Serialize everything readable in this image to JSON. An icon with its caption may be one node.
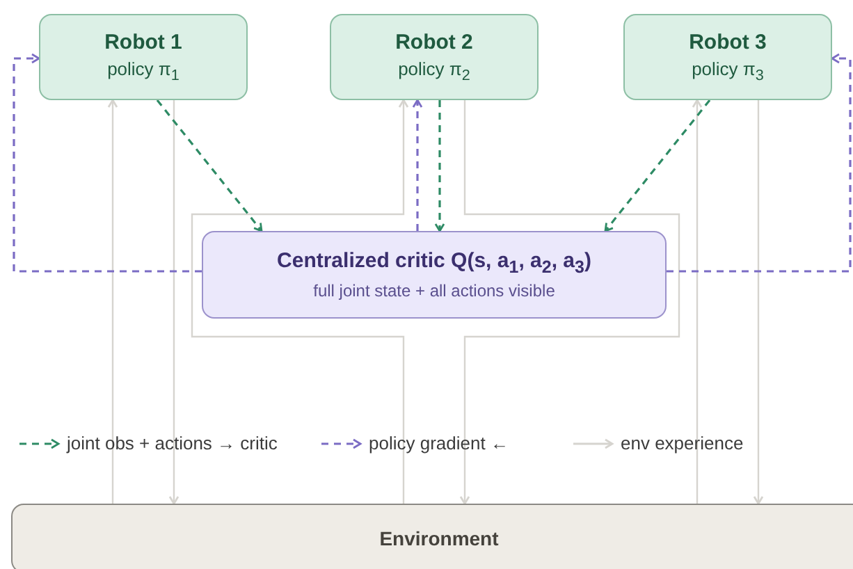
{
  "diagram": {
    "nodes": [
      {
        "text": [
          "Robot 1",
          "policy π$_{1}$"
        ]
      },
      {
        "text": [
          "Robot 2",
          "policy π$_{2}$"
        ]
      },
      {
        "text": [
          "Robot 3",
          "policy π$_{3}$"
        ]
      },
      {
        "text": [
          "Centralized critic Q(s, a$_{1}$, a$_{2}$, a$_{3}$)",
          "full joint state + all actions visible"
        ]
      },
      {
        "text": [
          "Environment"
        ]
      }
    ],
    "edges": [
      {
        "from": 4,
        "to": 0,
        "arrow": "to"
      },
      {
        "from": 0,
        "to": 4,
        "arrow": "to"
      },
      {
        "from": 4,
        "to": 1,
        "arrow": "to"
      },
      {
        "from": 1,
        "to": 4,
        "arrow": "to"
      },
      {
        "from": 4,
        "to": 2,
        "arrow": "to"
      },
      {
        "from": 2,
        "to": 4,
        "arrow": "to"
      },
      {
        "from": 0,
        "to": 3,
        "arrow": "to",
        "style": "dashed",
        "color": "#2e8b65"
      },
      {
        "from": 1,
        "to": 3,
        "arrow": "to",
        "style": "dashed",
        "color": "#2e8b65"
      },
      {
        "from": 2,
        "to": 3,
        "arrow": "to",
        "style": "dashed",
        "color": "#2e8b65"
      },
      {
        "from": 3,
        "to": 0,
        "arrow": "to",
        "style": "dashed",
        "color": "#7b6cc4"
      },
      {
        "from": 3,
        "to": 1,
        "arrow": "to",
        "style": "dashed",
        "color": "#7b6cc4"
      },
      {
        "from": 3,
        "to": 2,
        "arrow": "to",
        "style": "dashed",
        "color": "#7b6cc4"
      }
    ],
    "legend": [
      {
        "text": "joint obs + actions → critic"
      },
      {
        "text": "policy gradient ←"
      },
      {
        "text": "env experience"
      }
    ]
  }
}
